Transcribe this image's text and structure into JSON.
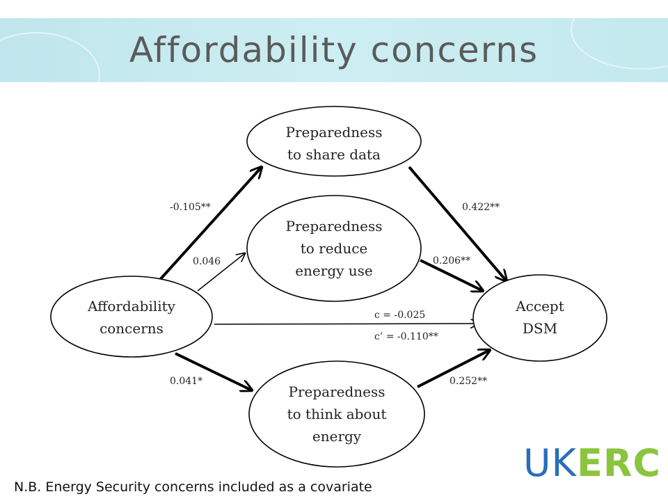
{
  "title": "Affordability concerns",
  "nodes": {
    "share": [
      "Preparedness",
      "to share data"
    ],
    "reduce": [
      "Preparedness",
      "to reduce",
      "energy use"
    ],
    "afford": [
      "Affordability",
      "concerns"
    ],
    "think": [
      "Preparedness",
      "to think about",
      "energy"
    ],
    "accept": [
      "Accept",
      "DSM"
    ]
  },
  "edges": {
    "afford_share": "-0.105**",
    "afford_reduce": "0.046",
    "afford_think": "0.041*",
    "share_accept": "0.422**",
    "reduce_accept": "0.206**",
    "think_accept": "0.252**",
    "total_c": "c = -0.025",
    "direct_c": "c’ = -0.110**"
  },
  "footnote": "N.B. Energy Security concerns included as a covariate",
  "logo": {
    "uk": "UK",
    "erc": "ERC"
  },
  "colors": {
    "uk": "#2a6fb6",
    "erc": "#8bc53f",
    "title_band": "#c7ebf0"
  }
}
